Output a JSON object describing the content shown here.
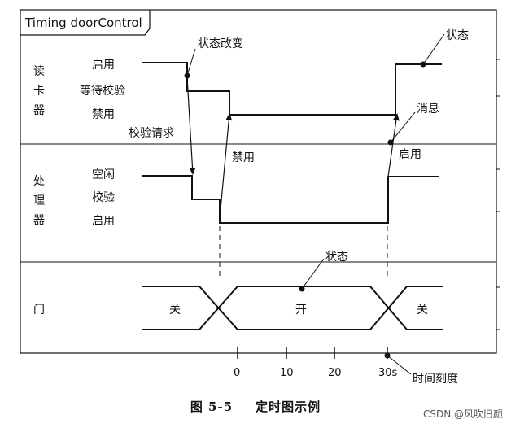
{
  "frame": {
    "title": "Timing doorControl"
  },
  "lifelines": {
    "reader": {
      "name": "读\n卡\n器",
      "states": [
        "启用",
        "等待校验",
        "禁用"
      ]
    },
    "processor": {
      "name": "处\n理\n器",
      "states": [
        "空闲",
        "校验",
        "启用"
      ]
    },
    "door": {
      "name": "门",
      "states": [
        "关",
        "开",
        "关"
      ]
    }
  },
  "annotations": {
    "state_change": "状态改变",
    "state_top": "状态",
    "message": "消息",
    "verify_request": "校验请求",
    "disabled": "禁用",
    "enabled": "启用",
    "state_door": "状态",
    "time_scale": "时间刻度"
  },
  "time_axis": {
    "ticks": [
      "0",
      "10",
      "20",
      "30s"
    ]
  },
  "caption": {
    "figure": "图 5-5",
    "title": "定时图示例"
  },
  "watermark": "CSDN @风吹旧颜"
}
